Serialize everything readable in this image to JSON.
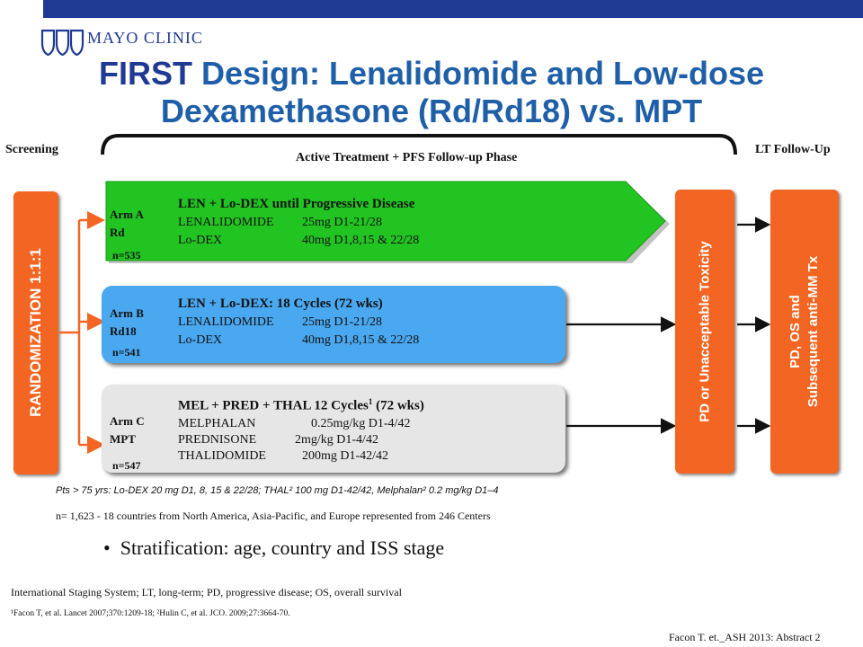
{
  "header": {
    "logo_text": "MAYO CLINIC",
    "title_line1_prefix": "FIRST",
    "title_line1_rest": " Design: Lenalidomide and Low-dose",
    "title_line2": "Dexamethasone (Rd/Rd18) vs. MPT"
  },
  "phases": {
    "screening": "Screening",
    "active": "Active Treatment + PFS Follow-up Phase",
    "lt_followup": "LT Follow-Up"
  },
  "randomization": "RANDOMIZATION 1:1:1",
  "arms": [
    {
      "arm": "Arm A",
      "regimen": "Rd",
      "n": "n=535",
      "title": "LEN + Lo-DEX until Progressive Disease",
      "rows": [
        {
          "drug": "LENALIDOMIDE",
          "dose": "25mg D1-21/28"
        },
        {
          "drug": "Lo-DEX",
          "dose": "40mg D1,8,15 & 22/28"
        }
      ]
    },
    {
      "arm": "Arm B",
      "regimen": "Rd18",
      "n": "n=541",
      "title": "LEN + Lo-DEX:  18 Cycles (72 wks)",
      "rows": [
        {
          "drug": "LENALIDOMIDE",
          "dose": "25mg D1-21/28"
        },
        {
          "drug": "Lo-DEX",
          "dose": "40mg D1,8,15 & 22/28"
        }
      ]
    },
    {
      "arm": "Arm C",
      "regimen": "MPT",
      "n": "n=547",
      "title": "MEL + PRED + THAL 12 Cycles",
      "title_sup": "1",
      "title_suffix": " (72 wks)",
      "rows": [
        {
          "drug": "MELPHALAN",
          "dose": "0.25mg/kg D1-4/42"
        },
        {
          "drug": "PREDNISONE",
          "dose": "2mg/kg D1-4/42"
        },
        {
          "drug": "THALIDOMIDE",
          "dose": "200mg D1-42/42"
        }
      ]
    }
  ],
  "pd_box": "PD or Unacceptable Toxicity",
  "lt_box_line1": "PD, OS and",
  "lt_box_line2": "Subsequent anti-MM Tx",
  "notes": {
    "pts_line": "Pts > 75 yrs: Lo-DEX 20 mg D1, 8, 15 & 22/28; THAL² 100 mg D1-42/42, Melphalan² 0.2 mg/kg D1–4",
    "n_line": "n= 1,623 - 18 countries from North America, Asia-Pacific, and Europe represented from 246 Centers",
    "bullet": "Stratification: age, country and ISS stage",
    "abbrev": "International Staging System; LT, long-term; PD, progressive disease; OS, overall survival",
    "refs": "¹Facon T, et al. Lancet 2007;370:1209-18; ²Hulin C, et al. JCO. 2009;27:3664-70.",
    "citation": "Facon T. et._ASH 2013: Abstract 2"
  },
  "colors": {
    "top_bar": "#1f3a93",
    "title": "#1f5fa8",
    "orange": "#f26522",
    "arm_a": "#22c422",
    "arm_b": "#4aa8f0",
    "arm_c": "#e6e6e6"
  }
}
